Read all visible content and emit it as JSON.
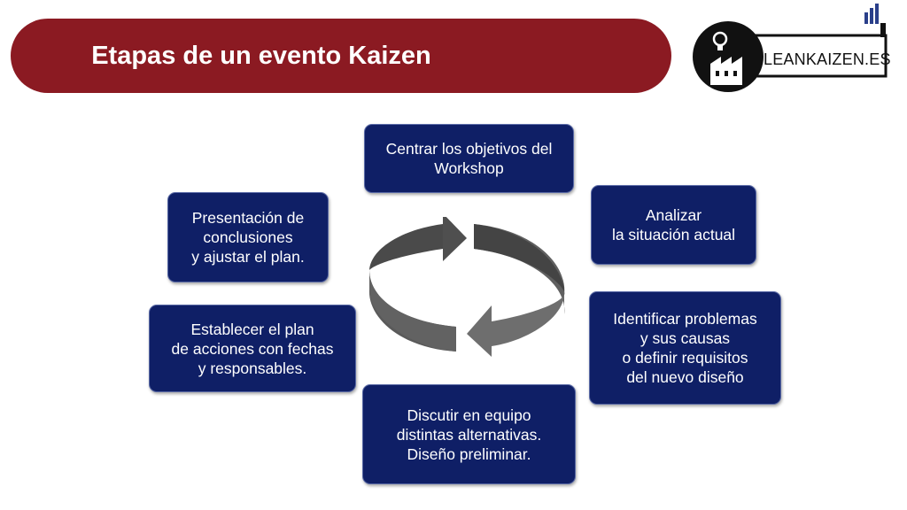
{
  "title": "Etapas de un evento Kaizen",
  "logo": {
    "text": "LEANKAIZEN.ES",
    "icon": "lightbulb-factory-logo"
  },
  "colors": {
    "banner": "#8b1a22",
    "box_fill": "#0f1f66",
    "box_border": "#5a6aa6",
    "arrow": "#555555"
  },
  "steps": [
    {
      "text": "Centrar los objetivos del\nWorkshop"
    },
    {
      "text": "Analizar\nla situación actual"
    },
    {
      "text": "Identificar problemas\ny sus causas\no definir requisitos\n del nuevo diseño"
    },
    {
      "text": "Discutir en equipo\ndistintas alternativas.\nDiseño preliminar."
    },
    {
      "text": "Establecer el plan\nde acciones con fechas\ny responsables."
    },
    {
      "text": "Presentación de\nconclusiones\n y ajustar el plan."
    }
  ],
  "center_icon": "cycle-arrows-icon"
}
